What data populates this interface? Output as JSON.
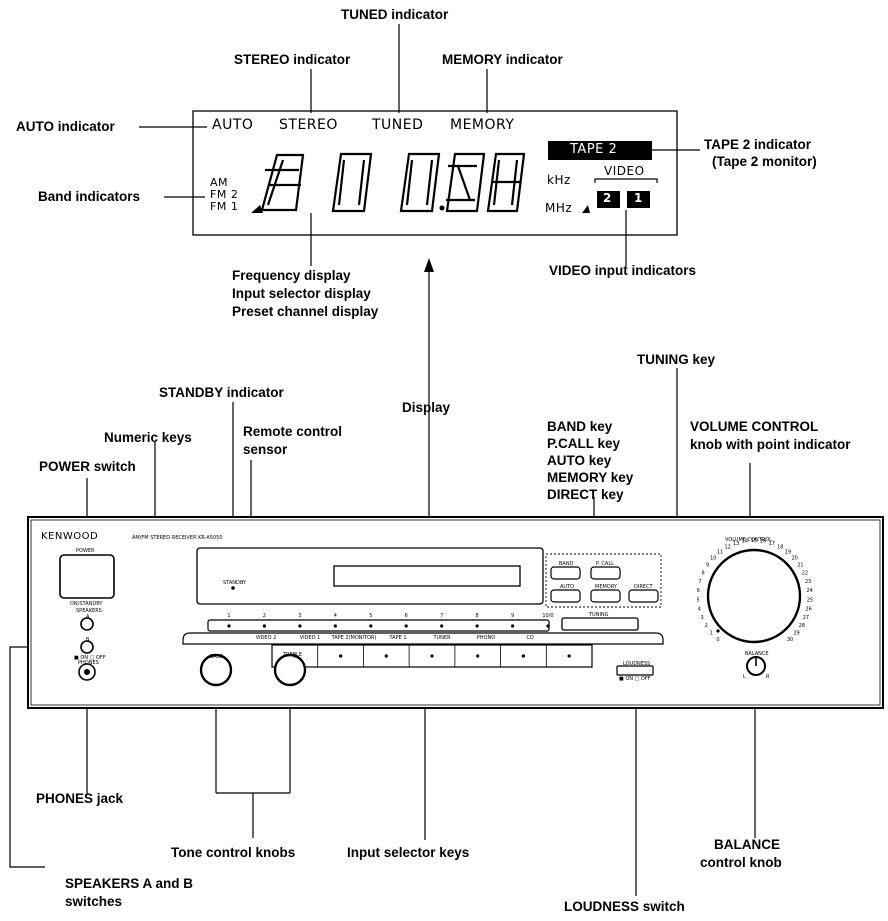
{
  "callouts": {
    "tuned_indicator": "TUNED indicator",
    "stereo_indicator": "STEREO indicator",
    "memory_indicator": "MEMORY indicator",
    "auto_indicator": "AUTO indicator",
    "tape2_indicator_1": "TAPE 2 indicator",
    "tape2_indicator_2": "(Tape 2 monitor)",
    "band_indicators": "Band indicators",
    "freq_display_1": "Frequency display",
    "freq_display_2": "Input selector display",
    "freq_display_3": "Preset channel display",
    "video_input_indicators": "VIDEO input indicators",
    "tuning_key": "TUNING key",
    "standby_indicator": "STANDBY indicator",
    "display": "Display",
    "keys_1": "BAND key",
    "keys_2": "P.CALL key",
    "keys_3": "AUTO key",
    "keys_4": "MEMORY key",
    "keys_5": "DIRECT key",
    "numeric_keys": "Numeric keys",
    "remote_sensor_1": "Remote control",
    "remote_sensor_2": "sensor",
    "volume_knob_1": "VOLUME CONTROL",
    "volume_knob_2": "knob with point indicator",
    "power_switch": "POWER switch",
    "phones_jack": "PHONES jack",
    "tone_knobs": "Tone control knobs",
    "input_selector_keys": "Input selector keys",
    "balance_knob_1": "BALANCE",
    "balance_knob_2": "control knob",
    "speakers_1": "SPEAKERS A and B",
    "speakers_2": "switches",
    "loudness_switch": "LOUDNESS switch"
  },
  "lcd": {
    "auto": "AUTO",
    "stereo": "STEREO",
    "tuned": "TUNED",
    "memory": "MEMORY",
    "am": "AM",
    "fm2": "FM 2",
    "fm1": "FM 1",
    "khz": "kHz",
    "mhz": "MHz",
    "tape2": "TAPE 2",
    "video": "VIDEO",
    "video_2": "2",
    "video_1": "1"
  },
  "panel": {
    "brand": "KENWOOD",
    "model": "AM/FM STEREO RECEIVER KR-A5050",
    "power": "POWER",
    "on_standby": "ON/STANDBY",
    "speakers": "SPEAKERS",
    "spk_a": "A",
    "spk_b": "B",
    "spk_onoff": "■ ON □ OFF",
    "phones": "PHONES",
    "standby": "STANDBY",
    "band": "BAND",
    "pcall": "P. CALL",
    "auto": "AUTO",
    "memory": "MEMORY",
    "direct": "DIRECT",
    "tuning": "TUNING",
    "volume_control": "VOLUME  CONTROL",
    "numbers": [
      "1",
      "2",
      "3",
      "4",
      "5",
      "6",
      "7",
      "8",
      "9",
      "10/0"
    ],
    "inputs": [
      "VIDEO 2",
      "VIDEO 1",
      "TAPE 2(MONITOR)",
      "TAPE 1",
      "TUNER",
      "PHONO",
      "CD"
    ],
    "bass": "BASS",
    "treble": "TREBLE",
    "loudness": "LOUDNESS",
    "loudness_onoff": "■ ON □ OFF",
    "balance": "BALANCE",
    "bal_l": "L",
    "bal_r": "R",
    "vol_scale": [
      "0",
      "1",
      "2",
      "3",
      "4",
      "5",
      "6",
      "7",
      "8",
      "9",
      "10",
      "11",
      "12",
      "13",
      "14",
      "15",
      "16",
      "17",
      "18",
      "19",
      "20",
      "21",
      "22",
      "23",
      "24",
      "25",
      "26",
      "27",
      "28",
      "29",
      "30"
    ]
  }
}
